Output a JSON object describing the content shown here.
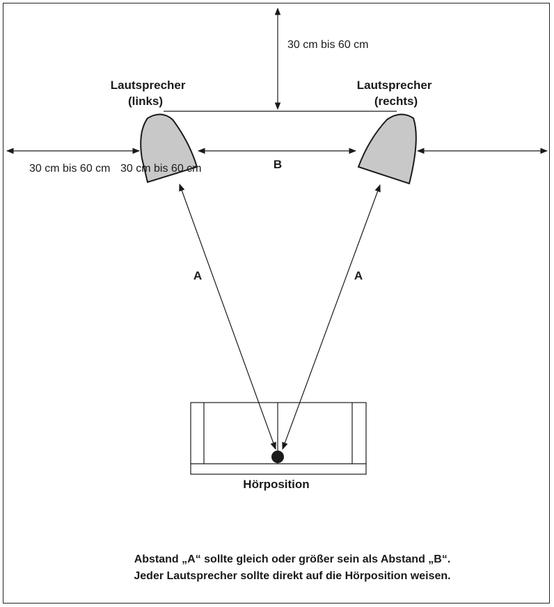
{
  "labels": {
    "top_gap": "30 cm bis 60 cm",
    "speaker_left_line1": "Lautsprecher",
    "speaker_left_line2": "(links)",
    "speaker_right_line1": "Lautsprecher",
    "speaker_right_line2": "(rechts)",
    "side_gap_left": "30 cm bis 60 cm",
    "side_gap_right": "30 cm bis 60 cm",
    "distance_b": "B",
    "distance_a_left": "A",
    "distance_a_right": "A",
    "listening_position": "Hörposition"
  },
  "note": {
    "line1": "Abstand „A“ sollte gleich oder größer sein als Abstand „B“.",
    "line2": "Jeder Lautsprecher sollte direkt auf die Hörposition weisen."
  },
  "colors": {
    "line": "#1a1a1a",
    "speaker_fill": "#c8c8c8",
    "background": "#ffffff"
  }
}
